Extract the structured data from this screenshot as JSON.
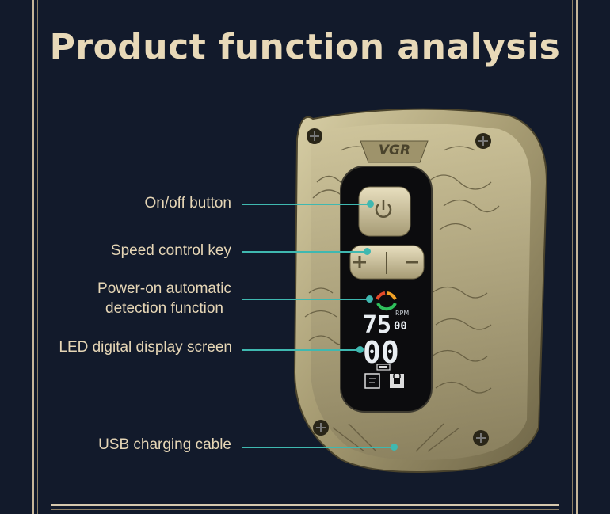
{
  "title": "Product function analysis",
  "labels": {
    "onoff": "On/off button",
    "speed": "Speed control key",
    "power_line1": "Power-on automatic",
    "power_line2": "detection function",
    "led": "LED digital display screen",
    "usb": "USB charging cable"
  },
  "device": {
    "brand": "VGR",
    "rpm_label": "RPM",
    "digits_top": "75",
    "digits_top_small": "00",
    "digits_bottom": "00",
    "plus": "+",
    "minus": "−"
  },
  "colors": {
    "background": "#121a2b",
    "accent_line": "#3fb8b0",
    "label_text": "#e6d6b6",
    "title_text": "#e8d9b8",
    "metal": "#b8ad84"
  },
  "icons": [
    "power-icon",
    "plus-icon",
    "minus-icon",
    "battery-icon",
    "blade-icon",
    "lock-icon",
    "screw-icon"
  ]
}
